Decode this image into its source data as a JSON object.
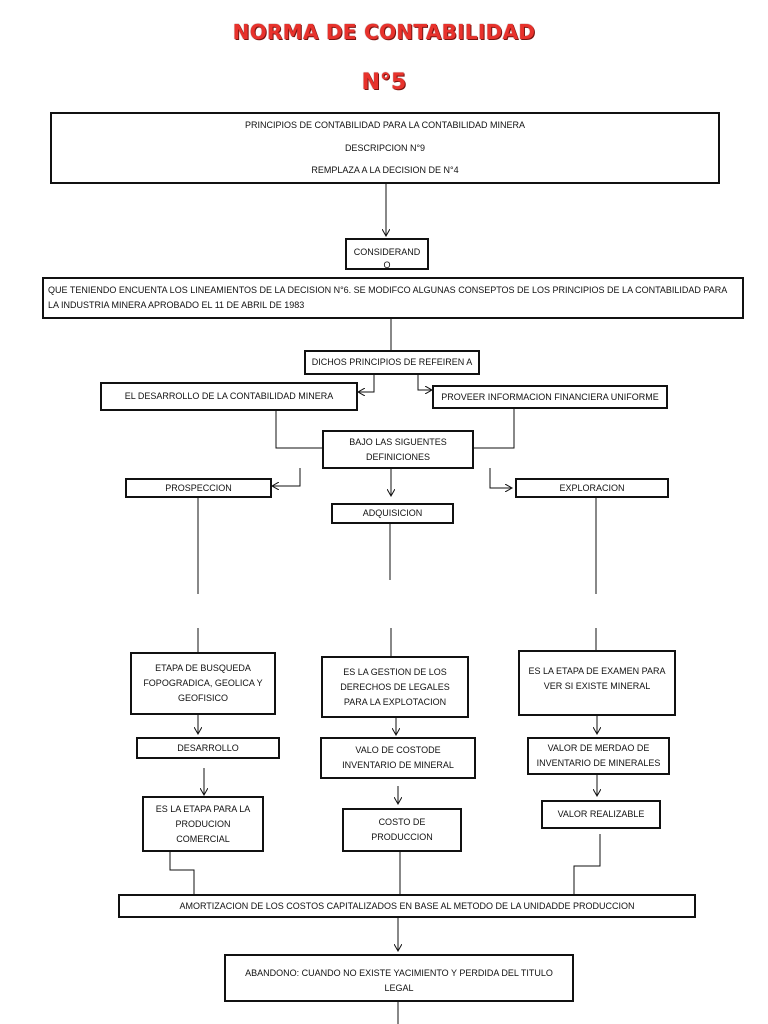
{
  "title": {
    "line1": "NORMA DE CONTABILIDAD",
    "line2": "N°5"
  },
  "header_box": {
    "line1": "PRINCIPIOS DE CONTABILIDAD PARA LA CONTABILIDAD MINERA",
    "line2": "DESCRIPCION N°9",
    "line3": "REMPLAZA A LA DECISION DE N°4"
  },
  "considerando": "CONSIDERAND\nO",
  "considerando_text": "QUE TENIENDO ENCUENTA LOS LINEAMIENTOS DE LA DECISION N°6. SE MODIFCO ALGUNAS CONSEPTOS DE LOS PRINCIPIOS DE LA CONTABILIDAD PARA LA INDUSTRIA MINERA APROBADO EL 11 DE ABRIL DE 1983",
  "dichos": "DICHOS PRINCIPIOS DE REFEIREN A",
  "desarrollo_contab": "EL DESARROLLO DE LA CONTABILIDAD MINERA",
  "proveer": "PROVEER INFORMACION FINANCIERA UNIFORME",
  "bajo": "BAJO LAS SIGUENTES\nDEFINICIONES",
  "prospeccion": {
    "label": "PROSPECCION",
    "desc": "ETAPA DE BUSQUEDA\nFOPOGRADICA, GEOLICA Y\nGEOFISICO",
    "next": "DESARROLLO",
    "next_desc": "ES LA ETAPA PARA LA\nPRODUCION\nCOMERCIAL"
  },
  "adquisicion": {
    "label": "ADQUISICION",
    "desc": "ES LA GESTION DE LOS\nDERECHOS DE LEGALES\nPARA LA EXPLOTACION",
    "next": "VALO DE COSTODE\nINVENTARIO DE MINERAL",
    "next_desc": "COSTO DE\nPRODUCCION"
  },
  "exploracion": {
    "label": "EXPLORACION",
    "desc": "ES LA ETAPA DE EXAMEN PARA\nVER SI EXISTE MINERAL",
    "next": "VALOR DE MERDAO DE\nINVENTARIO DE MINERALES",
    "next_desc": "VALOR REALIZABLE"
  },
  "amortizacion": "AMORTIZACION DE LOS COSTOS CAPITALIZADOS EN BASE AL METODO DE LA UNIDADDE PRODUCCION",
  "abandono": "ABANDONO: CUANDO NO EXISTE YACIMIENTO Y PERDIDA DEL TITULO LEGAL",
  "colors": {
    "title": "#e8322c",
    "title_shadow": "#7a1410",
    "line": "#111111"
  }
}
